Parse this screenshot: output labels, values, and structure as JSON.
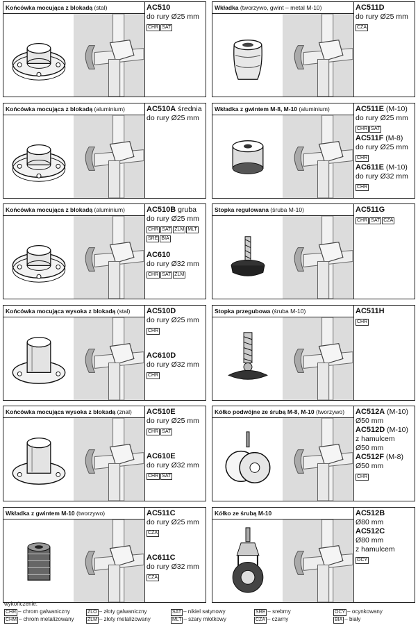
{
  "cards": [
    {
      "title_bold": "Końcówka mocująca z blokadą",
      "title_rest": " (stal)",
      "info": [
        {
          "code": "AC510",
          "extra": "",
          "text": "do rury Ø25 mm",
          "badges": [
            "CHR",
            "SAT"
          ]
        }
      ]
    },
    {
      "title_bold": "Wkładka",
      "title_rest": " (tworzywo, gwint – metal M-10)",
      "info": [
        {
          "code": "AC511D",
          "extra": "",
          "text": "do rury Ø25 mm",
          "badges": [
            "CZA"
          ]
        }
      ]
    },
    {
      "title_bold": "Końcówka mocująca z blokadą",
      "title_rest": " (aluminium)",
      "info": [
        {
          "code": "AC510A",
          "extra": " średnia",
          "text": "do rury Ø25 mm",
          "badges": []
        }
      ]
    },
    {
      "title_bold": "Wkładka z gwintem M-8, M-10",
      "title_rest": " (aluminium)",
      "info": [
        {
          "code": "AC511E",
          "extra": " (M-10)",
          "text": "do rury Ø25 mm",
          "badges": [
            "CHR",
            "SAT"
          ]
        },
        {
          "code": "AC511F",
          "extra": " (M-8)",
          "text": "do rury Ø25 mm",
          "badges": [
            "CHR"
          ]
        },
        {
          "code": "AC611E",
          "extra": " (M-10)",
          "text": "do rury Ø32 mm",
          "badges": [
            "CHR"
          ]
        }
      ]
    },
    {
      "title_bold": "Końcówka mocująca z blokadą",
      "title_rest": " (aluminium)",
      "info": [
        {
          "code": "AC510B",
          "extra": " gruba",
          "text": "do rury Ø25 mm",
          "badges": [
            "CHR",
            "SAT",
            "ZLM",
            "MLT",
            "SRE",
            "BIA"
          ]
        },
        {
          "code": "AC610",
          "extra": "",
          "text": "do rury Ø32 mm",
          "badges": [
            "CHR",
            "SAT",
            "ZLM"
          ]
        }
      ]
    },
    {
      "title_bold": "Stopka regulowana",
      "title_rest": " (śruba M-10)",
      "info": [
        {
          "code": "AC511G",
          "extra": "",
          "text": "",
          "badges": [
            "CHR",
            "SAT",
            "CZA"
          ]
        }
      ]
    },
    {
      "title_bold": "Końcówka mocująca wysoka z blokadą",
      "title_rest": " (stal)",
      "info": [
        {
          "code": "AC510D",
          "extra": "",
          "text": "do rury Ø25 mm",
          "badges": [
            "CHR"
          ]
        },
        {
          "code": "AC610D",
          "extra": "",
          "text": "do rury Ø32 mm",
          "badges": [
            "CHR"
          ]
        }
      ]
    },
    {
      "title_bold": "Stopka przegubowa",
      "title_rest": " (śruba M-10)",
      "info": [
        {
          "code": "AC511H",
          "extra": "",
          "text": "",
          "badges": [
            "CHR"
          ]
        }
      ]
    },
    {
      "title_bold": "Końcówka mocująca wysoka z blokadą",
      "title_rest": " (znal)",
      "info": [
        {
          "code": "AC510E",
          "extra": "",
          "text": "do rury Ø25 mm",
          "badges": [
            "CHR",
            "SAT"
          ]
        },
        {
          "code": "AC610E",
          "extra": "",
          "text": "do rury Ø32 mm",
          "badges": [
            "CHR",
            "SAT"
          ]
        }
      ]
    },
    {
      "title_bold": "Kółko podwójne ze śrubą M-8, M-10",
      "title_rest": " (tworzywo)",
      "info": [
        {
          "code": "AC512A",
          "extra": " (M-10)",
          "text": "Ø50 mm",
          "badges": []
        },
        {
          "code": "AC512D",
          "extra": " (M-10)",
          "text": "z hamulcem|Ø50 mm",
          "badges": []
        },
        {
          "code": "AC512F",
          "extra": " (M-8)",
          "text": "Ø50 mm",
          "badges": [
            "CHR"
          ]
        }
      ]
    },
    {
      "title_bold": "Wkładka z gwintem M-10",
      "title_rest": " (tworzywo)",
      "info": [
        {
          "code": "AC511C",
          "extra": "",
          "text": "do rury Ø25 mm",
          "badges": [
            "CZA"
          ]
        },
        {
          "code": "AC611C",
          "extra": "",
          "text": "do rury Ø32 mm",
          "badges": [
            "CZA"
          ]
        }
      ]
    },
    {
      "title_bold": "Kółko ze śrubą M-10",
      "title_rest": "",
      "info": [
        {
          "code": "AC512B",
          "extra": "",
          "text": "Ø80 mm",
          "badges": []
        },
        {
          "code": "AC512C",
          "extra": "",
          "text": "Ø80 mm|z hamulcem",
          "badges": [
            "OCY"
          ]
        }
      ]
    }
  ],
  "legend": {
    "heading": "wykończenie:",
    "items": [
      {
        "code": "CHR",
        "label": "– chrom galwaniczny"
      },
      {
        "code": "CHM",
        "label": "– chrom metalizowany"
      },
      {
        "code": "ZLO",
        "label": "– złoty galwaniczny"
      },
      {
        "code": "ZLM",
        "label": "– złoty metalizowany"
      },
      {
        "code": "SAT",
        "label": "– nikiel satynowy"
      },
      {
        "code": "MLT",
        "label": "– szary młotkowy"
      },
      {
        "code": "SRE",
        "label": "– srebrny"
      },
      {
        "code": "CZA",
        "label": "– czarny"
      },
      {
        "code": "OCY",
        "label": "– ocynkowany"
      },
      {
        "code": "BIA",
        "label": "– biały"
      }
    ]
  }
}
